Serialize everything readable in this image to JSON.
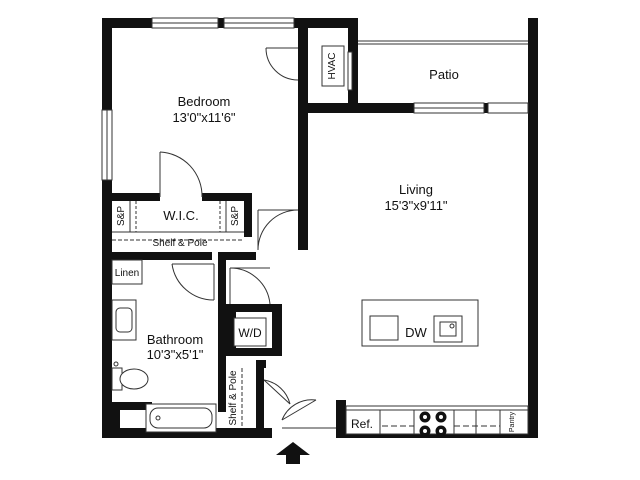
{
  "rooms": {
    "bedroom": {
      "name": "Bedroom",
      "size": "13'0\"x11'6\""
    },
    "living": {
      "name": "Living",
      "size": "15'3\"x9'11\""
    },
    "bathroom": {
      "name": "Bathroom",
      "size": "10'3\"x5'1\""
    },
    "patio": {
      "name": "Patio"
    }
  },
  "fixtures": {
    "hvac": "HVAC",
    "wic": "W.I.C.",
    "sp_left": "S&P",
    "sp_right": "S&P",
    "shelf_pole_top": "Shelf & Pole",
    "shelf_pole_side": "Shelf & Pole",
    "linen": "Linen",
    "wd": "W/D",
    "dw": "DW",
    "ref": "Ref.",
    "pantry": "Pantry"
  },
  "colors": {
    "wall": "#111111",
    "line": "#333333",
    "background": "#ffffff"
  }
}
